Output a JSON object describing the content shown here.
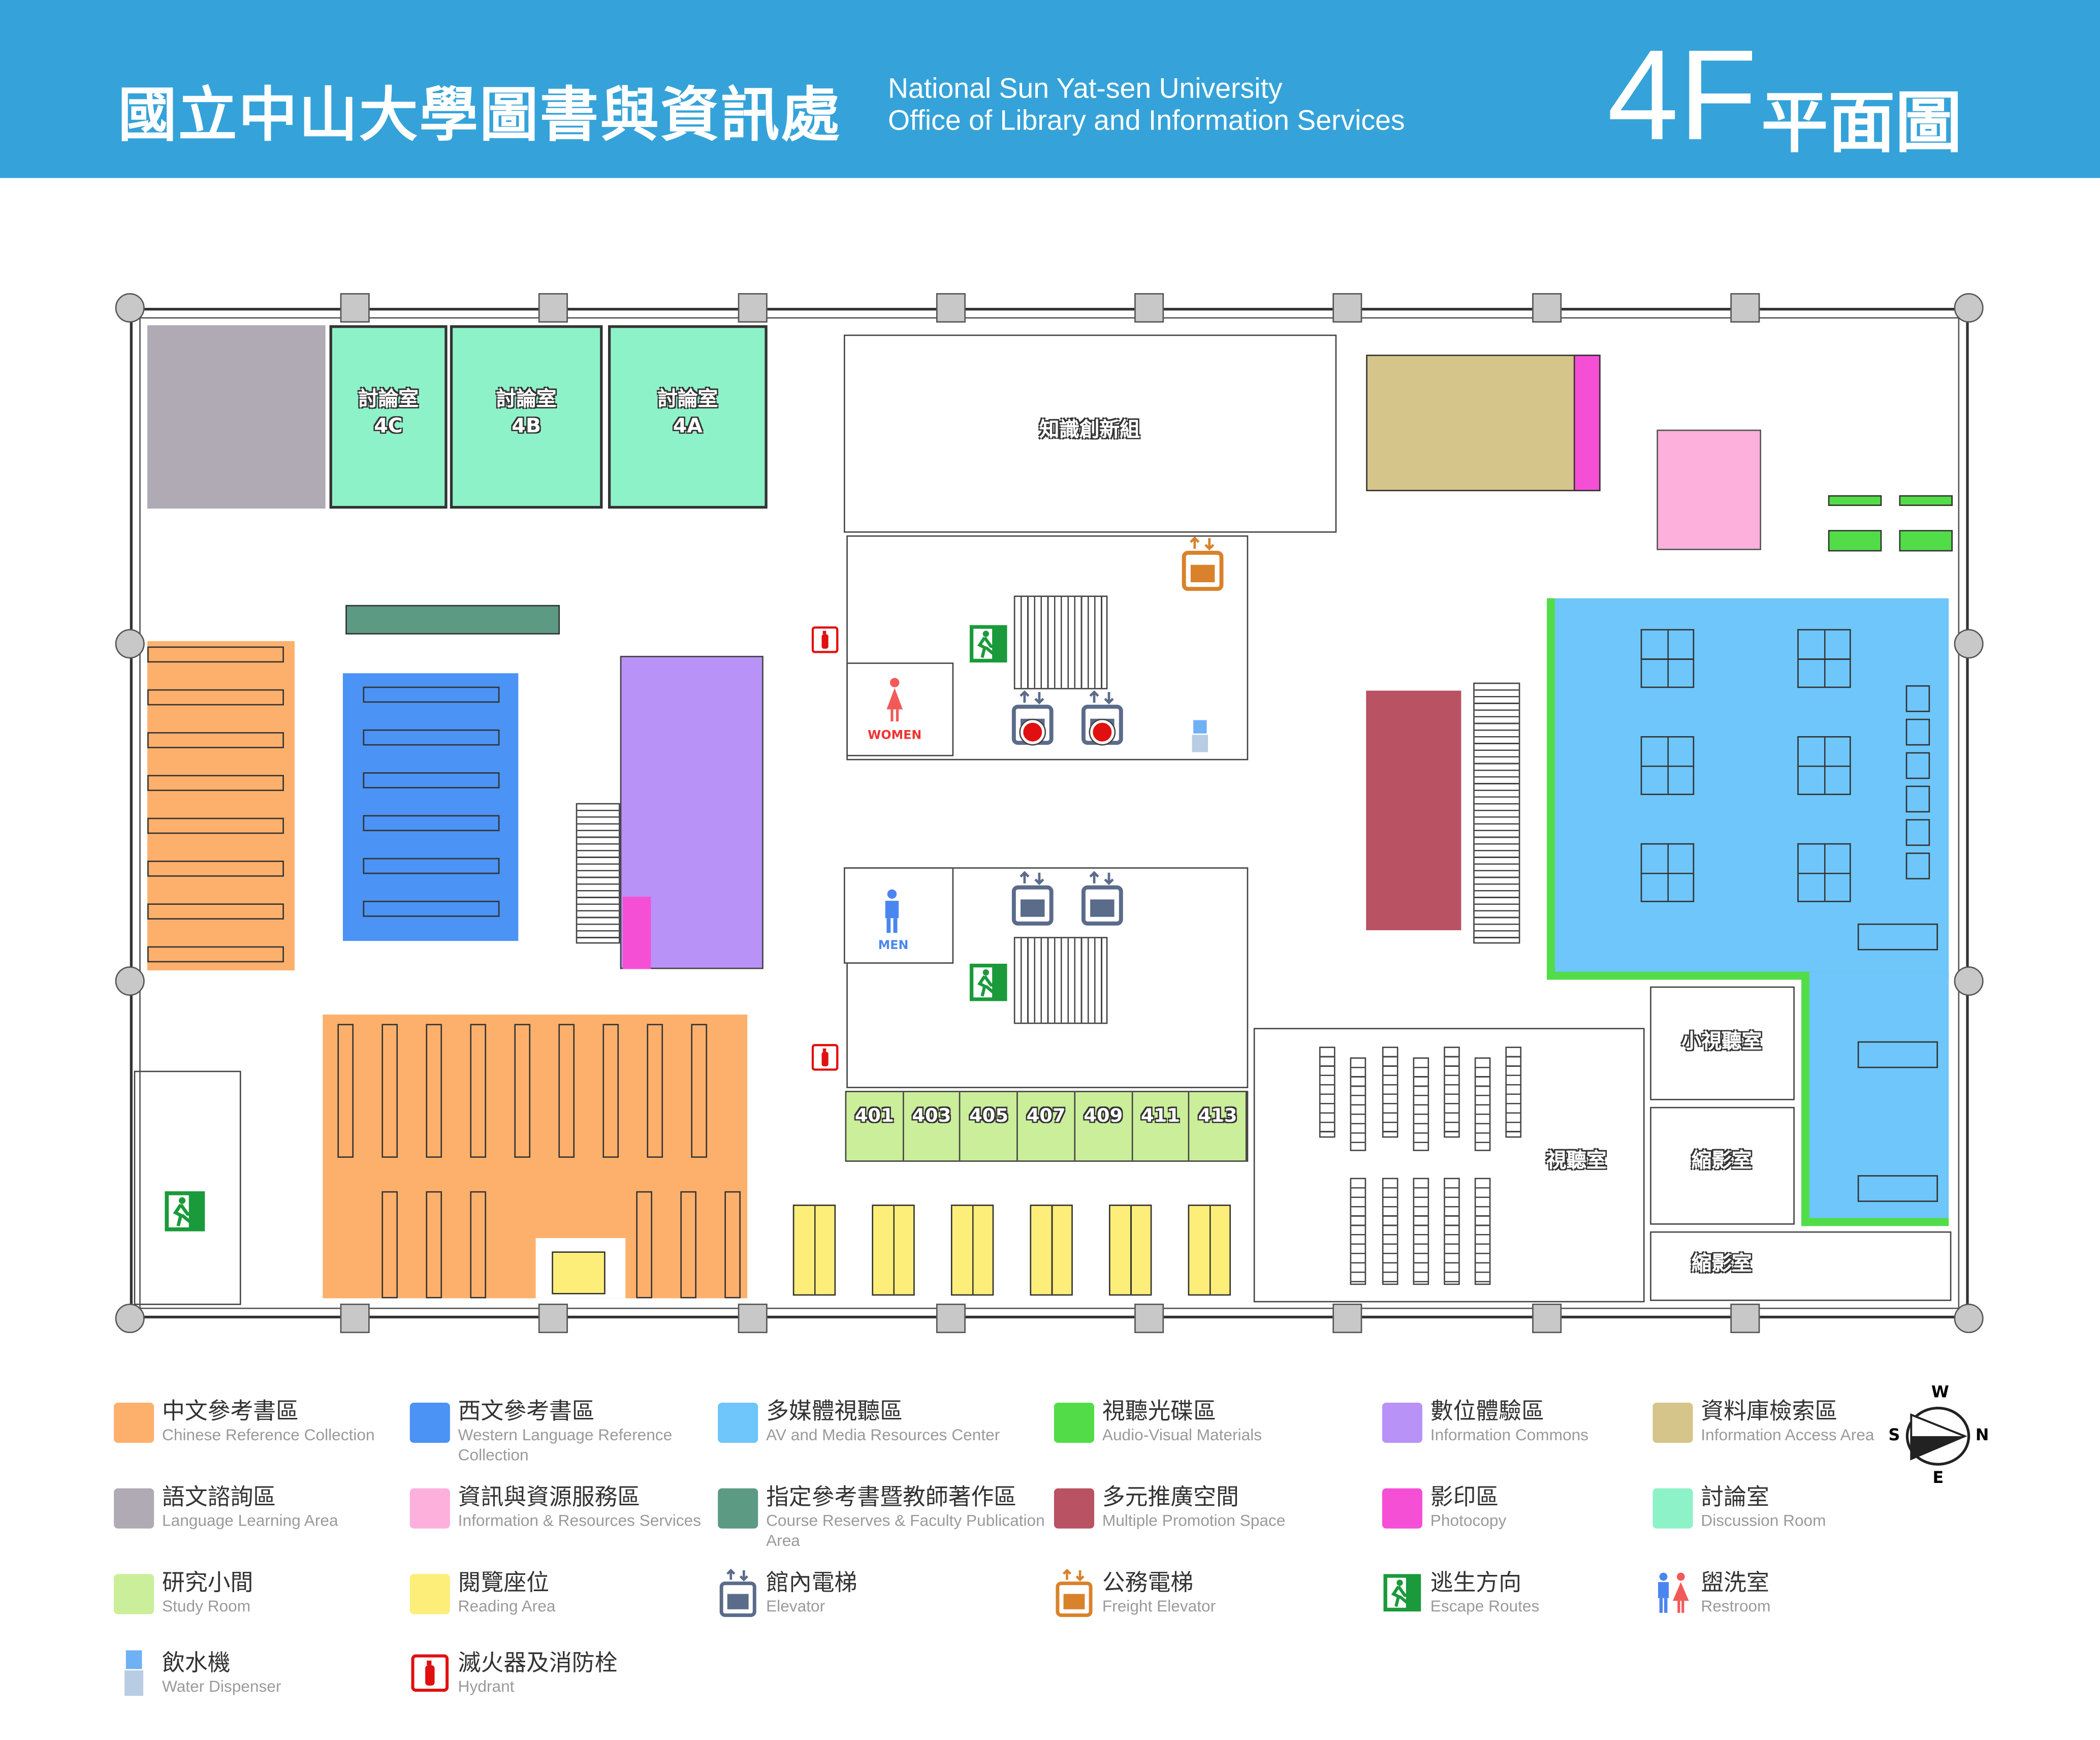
{
  "header": {
    "title_cn": "國立中山大學圖書與資訊處",
    "title_en_1": "National Sun Yat-sen University",
    "title_en_2": "Office of Library and Information Services",
    "floor": "4F",
    "plan": "平面圖"
  },
  "rooms": {
    "discussion_4c": {
      "name": "討論室",
      "code": "4C"
    },
    "discussion_4b": {
      "name": "討論室",
      "code": "4B"
    },
    "discussion_4a": {
      "name": "討論室",
      "code": "4A"
    },
    "knowledge": "知識創新組",
    "small_av": "小視聽室",
    "av_room": "視聽室",
    "microfilm_1": "縮影室",
    "microfilm_2": "縮影室",
    "women": "WOMEN",
    "men": "MEN",
    "study_rooms": [
      "401",
      "403",
      "405",
      "407",
      "409",
      "411",
      "413"
    ]
  },
  "colors": {
    "header": "#35a3d9",
    "chinese_ref": "#fdb06c",
    "western_ref": "#4b93f5",
    "av_media": "#6ec6fa",
    "av_materials": "#52dd48",
    "info_commons": "#b892f6",
    "info_access": "#d5c58a",
    "language": "#b0aab5",
    "info_resources": "#fdb0dc",
    "course_reserves": "#5c9a84",
    "promotion": "#b95263",
    "photocopy": "#f54fd6",
    "discussion": "#8ef2c8",
    "study": "#cbee9a",
    "reading": "#fdee7a"
  },
  "legend": [
    {
      "cn": "中文參考書區",
      "en": "Chinese Reference Collection",
      "color": "#fdb06c",
      "icon": "swatch"
    },
    {
      "cn": "西文參考書區",
      "en": "Western Language Reference Collection",
      "color": "#4b93f5",
      "icon": "swatch"
    },
    {
      "cn": "多媒體視聽區",
      "en": "AV and Media Resources Center",
      "color": "#6ec6fa",
      "icon": "swatch"
    },
    {
      "cn": "視聽光碟區",
      "en": "Audio-Visual Materials",
      "color": "#52dd48",
      "icon": "swatch"
    },
    {
      "cn": "數位體驗區",
      "en": "Information Commons",
      "color": "#b892f6",
      "icon": "swatch"
    },
    {
      "cn": "資料庫檢索區",
      "en": "Information Access Area",
      "color": "#d5c58a",
      "icon": "swatch"
    },
    {
      "cn": "語文諮詢區",
      "en": "Language Learning Area",
      "color": "#b0aab5",
      "icon": "swatch"
    },
    {
      "cn": "資訊與資源服務區",
      "en": "Information & Resources Services",
      "color": "#fdb0dc",
      "icon": "swatch"
    },
    {
      "cn": "指定參考書暨教師著作區",
      "en": "Course Reserves & Faculty Publication Area",
      "color": "#5c9a84",
      "icon": "swatch"
    },
    {
      "cn": "多元推廣空間",
      "en": "Multiple Promotion Space",
      "color": "#b95263",
      "icon": "swatch"
    },
    {
      "cn": "影印區",
      "en": "Photocopy",
      "color": "#f54fd6",
      "icon": "swatch"
    },
    {
      "cn": "討論室",
      "en": "Discussion Room",
      "color": "#8ef2c8",
      "icon": "swatch"
    },
    {
      "cn": "研究小間",
      "en": "Study Room",
      "color": "#cbee9a",
      "icon": "swatch"
    },
    {
      "cn": "閱覽座位",
      "en": "Reading Area",
      "color": "#fdee7a",
      "icon": "swatch"
    },
    {
      "cn": "館內電梯",
      "en": "Elevator",
      "color": "#5b6b8a",
      "icon": "elevator-icon"
    },
    {
      "cn": "公務電梯",
      "en": "Freight Elevator",
      "color": "#d9822b",
      "icon": "freight-elevator-icon"
    },
    {
      "cn": "逃生方向",
      "en": "Escape Routes",
      "color": "#1a9a3a",
      "icon": "exit-icon"
    },
    {
      "cn": "盥洗室",
      "en": "Restroom",
      "color": "#4b86f0",
      "icon": "restroom-icon"
    },
    {
      "cn": "飲水機",
      "en": "Water Dispenser",
      "color": "#6fb1f5",
      "icon": "water-dispenser-icon"
    },
    {
      "cn": "滅火器及消防栓",
      "en": "Hydrant",
      "color": "#e01010",
      "icon": "hydrant-icon"
    }
  ],
  "compass": {
    "w": "W",
    "n": "N",
    "s": "S",
    "e": "E"
  }
}
